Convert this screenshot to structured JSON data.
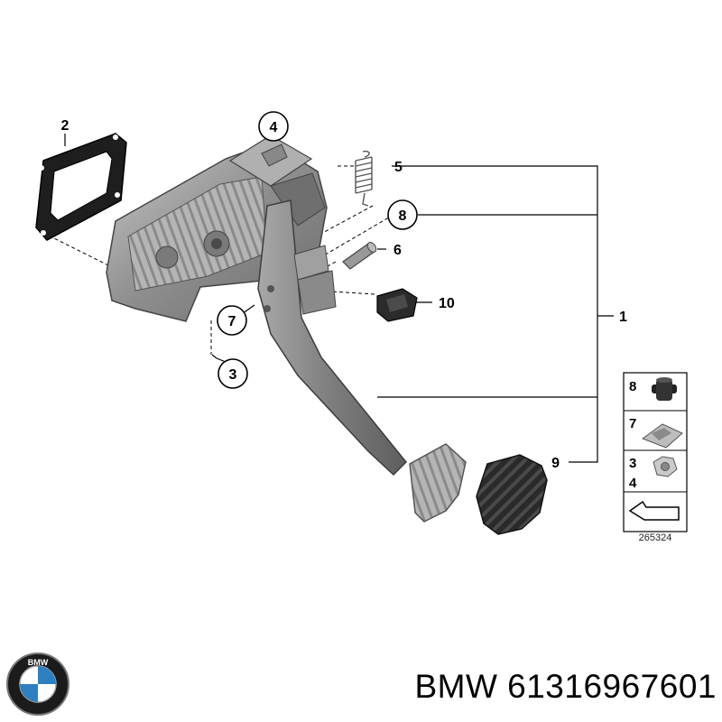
{
  "diagram": {
    "callouts": [
      "1",
      "2",
      "3",
      "4",
      "5",
      "6",
      "7",
      "8",
      "9",
      "10"
    ],
    "legend": {
      "rows": [
        {
          "labels": [
            "8"
          ],
          "icon": "grommet-icon"
        },
        {
          "labels": [
            "7"
          ],
          "icon": "spring-clip-icon"
        },
        {
          "labels": [
            "3",
            "4"
          ],
          "icon": "hex-nut-icon"
        },
        {
          "labels": [],
          "icon": "bracket-outline-icon"
        }
      ],
      "ref_number": "265324"
    }
  },
  "brand": {
    "logo": "bmw-roundel-logo",
    "logo_letters": "BMW",
    "caption": "BMW 61316967601"
  }
}
